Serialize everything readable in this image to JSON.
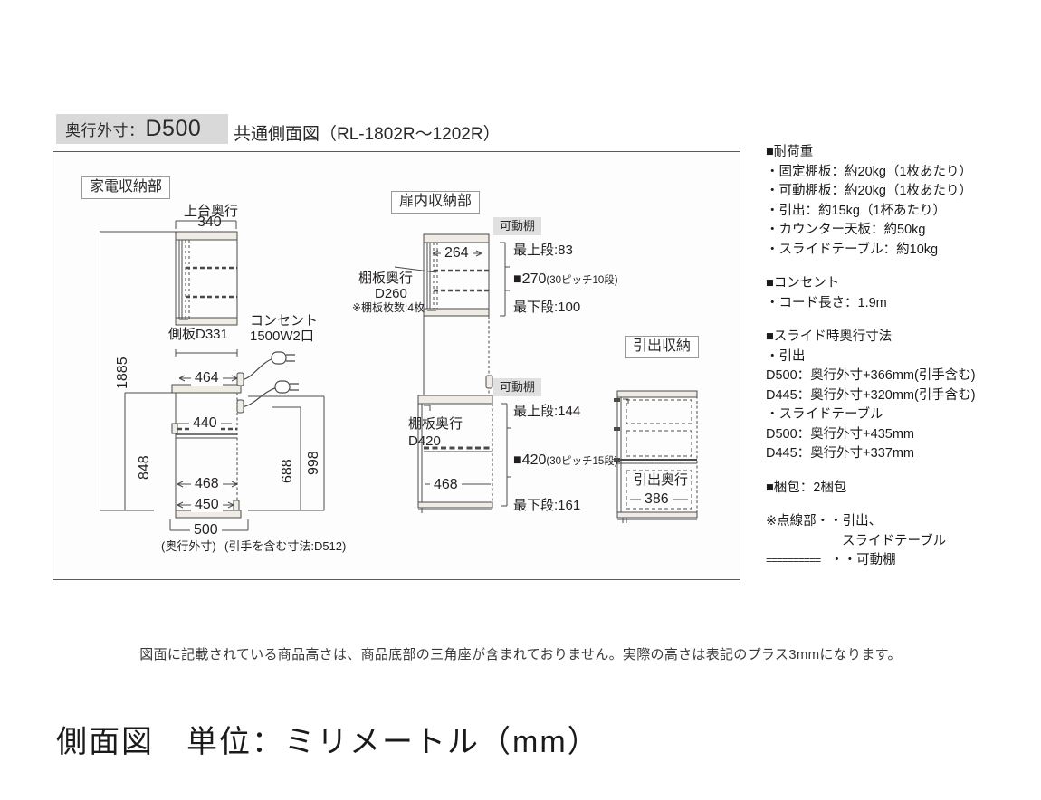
{
  "header": {
    "depth_label": "奥行外寸：",
    "depth_value": "D500",
    "section_title": "共通側面図（RL-1802R〜1202R）"
  },
  "diagram": {
    "appliance_section": {
      "title": "家電収納部",
      "upper_depth_label": "上台奥行",
      "upper_depth_value": "340",
      "side_panel": "側板D331",
      "outlet_label_1": "コンセント",
      "outlet_label_2": "1500W2口",
      "dim_1885": "1885",
      "dim_848": "848",
      "dim_464": "464",
      "dim_440": "440",
      "dim_468": "468",
      "dim_450": "450",
      "dim_500": "500",
      "dim_688": "688",
      "dim_998": "998",
      "outer_note_1": "(奥行外寸)",
      "outer_note_2": "(引手を含む寸法:D512)"
    },
    "door_section": {
      "title": "扉内収納部",
      "movable_shelf_label": "可動棚",
      "upper": {
        "shelf_depth_1": "棚板奥行",
        "shelf_depth_2": "D260",
        "shelf_count": "※棚板枚数:4枚",
        "dim_264": "264",
        "top_step": "最上段:83",
        "pitch_value": "■270",
        "pitch_note": "(30ピッチ10段)",
        "bottom_step": "最下段:100"
      },
      "lower": {
        "shelf_depth_1": "棚板奥行",
        "shelf_depth_2": "D420",
        "dim_468": "468",
        "top_step": "最上段:144",
        "pitch_value": "■420",
        "pitch_note": "(30ピッチ15段)",
        "bottom_step": "最下段:161"
      }
    },
    "drawer_section": {
      "title": "引出収納",
      "drawer_depth_label": "引出奥行",
      "drawer_depth_value": "386"
    }
  },
  "spec_panel": {
    "load_heading": "■耐荷重",
    "load_items": [
      "・固定棚板：約20kg（1枚あたり）",
      "・可動棚板：約20kg（1枚あたり）",
      "・引出：約15kg（1杯あたり）",
      "・カウンター天板：約50kg",
      "・スライドテーブル：約10kg"
    ],
    "outlet_heading": "■コンセント",
    "outlet_items": [
      "・コード長さ：1.9m"
    ],
    "slide_heading": "■スライド時奥行寸法",
    "slide_items": [
      "・引出",
      "D500：奥行外寸+366mm(引手含む)",
      "D445：奥行外寸+320mm(引手含む)",
      "・スライドテーブル",
      "D500：奥行外寸+435mm",
      "D445：奥行外寸+337mm"
    ],
    "package_heading": "■梱包：2梱包",
    "legend_line1": "※点線部・・引出、",
    "legend_line2": "スライドテーブル",
    "legend_dash_sample": "==========",
    "legend_line3": "・・可動棚"
  },
  "footer": {
    "footnote": "図面に記載されている商品高さは、商品底部の三角座が含まれておりません。実際の高さは表記のプラス3mmになります。",
    "bottom_title": "側面図　単位：ミリメートル（mm）"
  },
  "colors": {
    "badge_bg": "#d9d9d9",
    "grey_label_bg": "#e0e0e0",
    "line": "#4a4a4a",
    "fill": "#f2efe9",
    "text": "#231f20"
  }
}
